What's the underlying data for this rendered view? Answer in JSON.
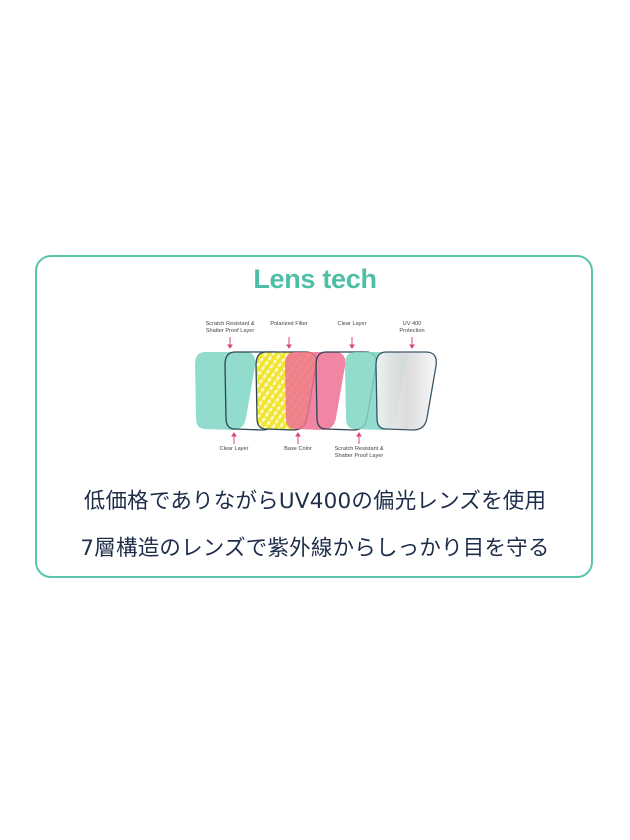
{
  "title": "Lens tech",
  "diagram": {
    "top_labels": [
      "Scratch Resistant & Shatter Proof Layer",
      "Polarized Filter",
      "Clear Layer",
      "UV 400 Protection"
    ],
    "bottom_labels": [
      "Clear Layer",
      "Base Color",
      "Scratch Resistant & Shatter Proof Layer"
    ],
    "colors": {
      "teal": "#7fd6c6",
      "yellow": "#f1e434",
      "pink": "#ee7094",
      "outline": "#2b4457",
      "arrow": "#d6487a"
    }
  },
  "lines": [
    "低価格でありながらUV400の偏光レンズを使用",
    "7層構造のレンズで紫外線からしっかり目を守る"
  ],
  "accent": "#5cc4ad"
}
